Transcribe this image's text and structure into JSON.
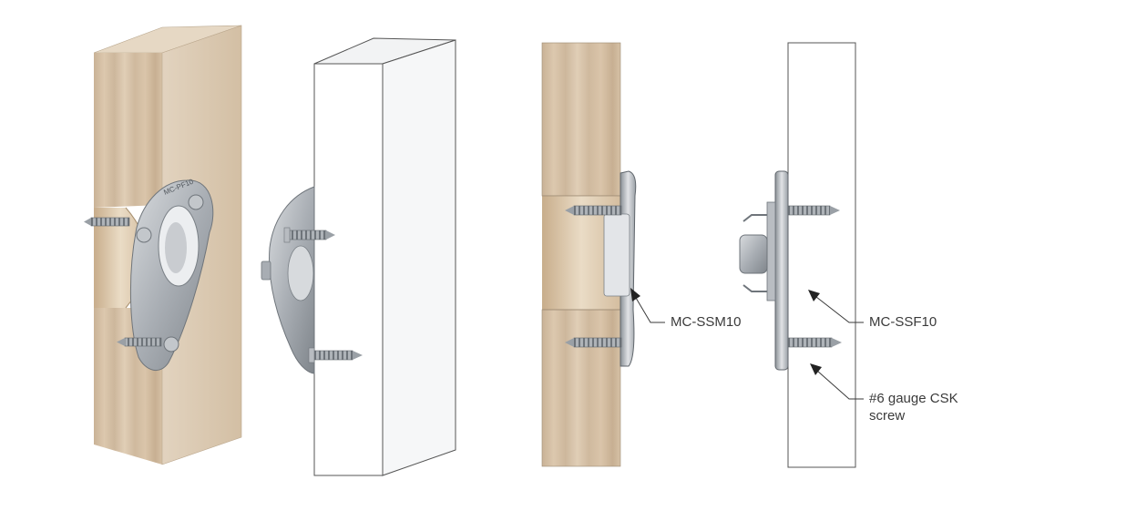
{
  "diagram": {
    "callouts": {
      "male_fitting": "MC-SSM10",
      "female_fitting": "MC-SSF10",
      "screw_line1": "#6 gauge CSK",
      "screw_line2": "screw"
    },
    "plate_marking": "MC-PF10"
  },
  "colors": {
    "wood": "#d7c2a8",
    "wood_dark": "#b59d82",
    "board_white": "#ffffff",
    "board_side": "#eef0f2",
    "metal": "#b8bcc1",
    "metal_dark": "#7e848a",
    "outline": "#4a4a4a"
  }
}
